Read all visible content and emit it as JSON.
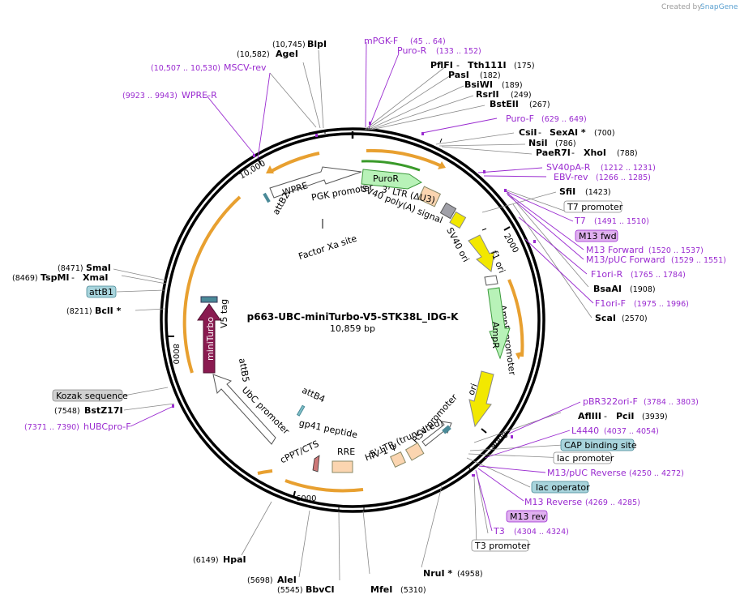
{
  "brand": {
    "created_by": "Created by",
    "name": "SnapGene"
  },
  "plasmid": {
    "name": "p663-UBC-miniTurbo-V5-STK38L_IDG-K",
    "size": "10,859 bp"
  },
  "ticks": [
    "2000",
    "4000",
    "6000",
    "8000",
    "10,000"
  ],
  "features": {
    "puror": "PuroR",
    "pgk_promoter": "PGK promoter",
    "wpre": "WPRE",
    "attb2": "attB2",
    "ltr3": "3' LTR (ΔU3)",
    "sv40pa": "SV40 poly(A) signal",
    "factor_xa": "Factor Xa site",
    "sv40_ori": "SV40 ori",
    "f1_ori": "f1 ori",
    "ampr_promoter": "AmpR promoter",
    "ampr": "AmpR",
    "ori": "ori",
    "v5_tag": "V5 tag",
    "miniturbo": "miniTurbo",
    "attb5": "attB5",
    "attb4": "attB4",
    "ubc_promoter": "UbC promoter",
    "cppt": "cPPT/CTS",
    "gp41": "gp41 peptide",
    "rre": "RRE",
    "hiv1": "HIV-1 Ψ",
    "ltr5": "5' LTR (truncated)",
    "rsv": "RSV promoter"
  },
  "enzymes": [
    {
      "name": "BlpI",
      "pos": "(10,745)"
    },
    {
      "name": "AgeI",
      "pos": "(10,582)"
    },
    {
      "name": "PflFI",
      "sep": " - ",
      "name2": "Tth111I",
      "pos": "(175)"
    },
    {
      "name": "PasI",
      "pos": "(182)"
    },
    {
      "name": "BsiWI",
      "pos": "(189)"
    },
    {
      "name": "RsrII",
      "pos": "(249)"
    },
    {
      "name": "BstEII",
      "pos": "(267)"
    },
    {
      "name": "CsiI",
      "sep": " - ",
      "name2": "SexAI *",
      "pos": "(700)"
    },
    {
      "name": "NsiI",
      "pos": "(786)"
    },
    {
      "name": "PaeR7I",
      "sep": " - ",
      "name2": "XhoI",
      "pos": "(788)"
    },
    {
      "name": "SfiI",
      "pos": "(1423)"
    },
    {
      "name": "BsaAI",
      "pos": "(1908)"
    },
    {
      "name": "ScaI",
      "pos": "(2570)"
    },
    {
      "name": "AflIII",
      "sep": " - ",
      "name2": "PciI",
      "pos": "(3939)"
    },
    {
      "name": "NruI *",
      "pos": "(4958)"
    },
    {
      "name": "MfeI",
      "pos": "(5310)"
    },
    {
      "name": "BbvCI",
      "pos": "(5545)"
    },
    {
      "name": "AleI",
      "pos": "(5698)"
    },
    {
      "name": "HpaI",
      "pos": "(6149)"
    },
    {
      "name": "BstZ17I",
      "pos": "(7548)"
    },
    {
      "name": "BclI *",
      "pos": "(8211)"
    },
    {
      "name": "SmaI",
      "pos": "(8471)"
    },
    {
      "name": "TspMI",
      "sep": " - ",
      "name2": "XmaI",
      "pos": "(8469)"
    }
  ],
  "primers": [
    {
      "name": "mPGK-F",
      "pos": "(45 .. 64)"
    },
    {
      "name": "Puro-R",
      "pos": "(133 .. 152)"
    },
    {
      "name": "MSCV-rev",
      "pos": "(10,507 .. 10,530)"
    },
    {
      "name": "WPRE-R",
      "pos": "(9923 .. 9943)"
    },
    {
      "name": "Puro-F",
      "pos": "(629 .. 649)"
    },
    {
      "name": "SV40pA-R",
      "pos": "(1212 .. 1231)"
    },
    {
      "name": "EBV-rev",
      "pos": "(1266 .. 1285)"
    },
    {
      "name": "T7",
      "pos": "(1491 .. 1510)"
    },
    {
      "name": "M13 Forward",
      "pos": "(1520 .. 1537)"
    },
    {
      "name": "M13/pUC Forward",
      "pos": "(1529 .. 1551)"
    },
    {
      "name": "F1ori-R",
      "pos": "(1765 .. 1784)"
    },
    {
      "name": "F1ori-F",
      "pos": "(1975 .. 1996)"
    },
    {
      "name": "pBR322ori-F",
      "pos": "(3784 .. 3803)"
    },
    {
      "name": "L4440",
      "pos": "(4037 .. 4054)"
    },
    {
      "name": "M13/pUC Reverse",
      "pos": "(4250 .. 4272)"
    },
    {
      "name": "M13 Reverse",
      "pos": "(4269 .. 4285)"
    },
    {
      "name": "T3",
      "pos": "(4304 .. 4324)"
    },
    {
      "name": "hUBCpro-F",
      "pos": "(7371 .. 7390)"
    }
  ],
  "boxes": {
    "t7_promoter": "T7 promoter",
    "m13_fwd": "M13 fwd",
    "cap_site": "CAP binding site",
    "lac_promoter": "lac promoter",
    "lac_operator": "lac operator",
    "m13_rev": "M13 rev",
    "t3_promoter": "T3 promoter",
    "attb1": "attB1",
    "kozak": "Kozak sequence"
  },
  "colors": {
    "backbone": "#000000",
    "primer": "#9a2bd0",
    "orange_arc": "#e8a030",
    "puror": "#b8f2b8",
    "ampr": "#b8f2b8",
    "ori_yellow": "#f2e800",
    "miniturbo": "#8a1a50",
    "ltr": "#fbd5b0",
    "attb": "#80c0c8",
    "box_lightblue": "#a8d4dc",
    "box_purple": "#e0b0f0",
    "box_gray": "#d0d0d0"
  }
}
